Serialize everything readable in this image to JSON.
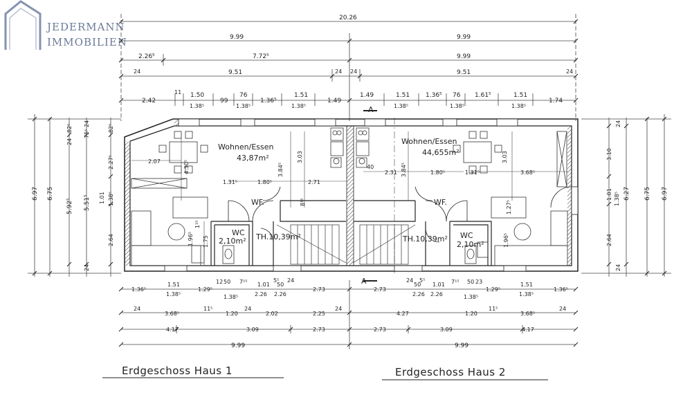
{
  "logo": {
    "line1": "JEDERMANN",
    "line2": "IMMOBILIEN",
    "color": "#6b7a99"
  },
  "dimensions_top": {
    "total": "20.26",
    "halves": [
      "9.99",
      "9.99"
    ],
    "row3": [
      "2.26⁵",
      "7.72⁵",
      "9.99"
    ],
    "row4": [
      "24",
      "9.51",
      "24",
      "24",
      "9.51",
      "24"
    ],
    "row5a": [
      "2.42",
      "11",
      "1.50",
      "99",
      "76",
      "1.36⁵",
      "1.51",
      "1.49",
      "1.49",
      "1.51",
      "1.36⁵",
      "76",
      "1.61⁵",
      "1.51",
      "1.74"
    ],
    "row5b": [
      "1.38⁵",
      "1.38⁵",
      "1.38⁵",
      "1.38⁵",
      "1.38⁵",
      "1.38⁵"
    ]
  },
  "dimensions_bottom": {
    "row1": [
      "1.36⁵",
      "1.51",
      "1.29⁵",
      "12",
      "50",
      "7¹⁵",
      "1.01",
      "5⁵",
      "50",
      "24",
      "2.73",
      "2.73",
      "24",
      "50",
      "5⁵",
      "1.01",
      "7¹⁵",
      "50",
      "23",
      "1.29⁵",
      "1.51",
      "1.36⁵"
    ],
    "row1b": [
      "1.38⁵",
      "1.38⁵",
      "2.26",
      "2.26",
      "2.26",
      "2.26",
      "1.38⁵",
      "1.38⁵"
    ],
    "row2": [
      "24",
      "3.68⁵",
      "11⁵",
      "1.20",
      "24",
      "2.02",
      "2.25",
      "24",
      "4.27",
      "1.20",
      "11⁵",
      "3.68⁵",
      "24"
    ],
    "row3": [
      "4.17",
      "3.09",
      "2.73",
      "2.73",
      "3.09",
      "4.17"
    ],
    "row4": [
      "9.99",
      "9.99"
    ]
  },
  "dimensions_left": {
    "outer": [
      "6.97",
      "6.75"
    ],
    "inner": [
      "82⁵",
      "24",
      "5.92⁵",
      "5.51⁵",
      "75⁵",
      "24",
      "82⁵",
      "2.27⁵",
      "1.01",
      "1.38⁵",
      "2.64",
      "24"
    ]
  },
  "dimensions_right": {
    "outer": [
      "6.97",
      "6.75",
      "6.27"
    ],
    "inner": [
      "24",
      "3.10",
      "1.01",
      "1.38⁵",
      "2.64",
      "24"
    ]
  },
  "interior_dims": [
    "2.07",
    "4.30⁵",
    "3.03",
    "3.84⁵",
    "1.31⁵",
    "1.80⁵",
    "2.71",
    "8¹⁵",
    "1¹⁵",
    "1.75",
    "1.96⁵",
    "40",
    "2.31",
    "3.84⁵",
    "1.80⁵",
    "1.31⁵",
    "3.03",
    "3.68⁵",
    "1.27⁵",
    "1.96⁵"
  ],
  "section_marks": [
    "A",
    "A"
  ],
  "house1": {
    "living_label": "Wohnen/Essen",
    "living_area": "43,87m²",
    "wf_label": "WF.",
    "wc_label": "WC",
    "wc_area": "2,10m²",
    "th_label": "TH.10,39m²"
  },
  "house2": {
    "living_label": "Wohnen/Essen",
    "living_area": "44,655m²",
    "wf_label": "WF.",
    "wc_label": "WC",
    "wc_area": "2,10m²",
    "th_label": "TH.10,39m²"
  },
  "captions": {
    "house1": "Erdgeschoss Haus 1",
    "house2": "Erdgeschoss Haus 2"
  }
}
